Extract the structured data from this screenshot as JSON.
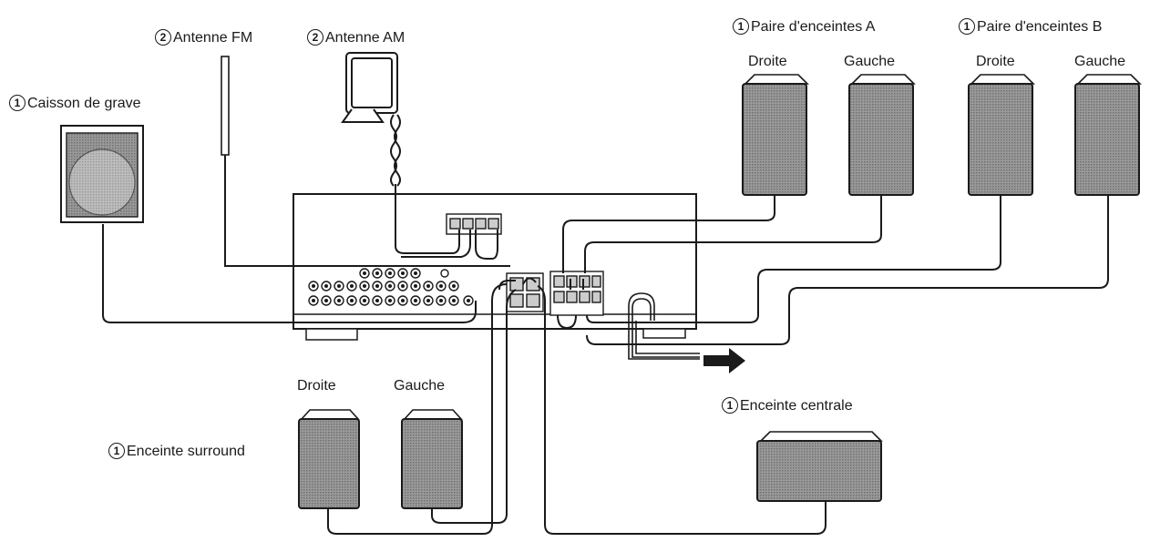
{
  "labels": {
    "subwoofer": {
      "num": "1",
      "text": "Caisson de grave"
    },
    "fm_antenna": {
      "num": "2",
      "text": "Antenne FM"
    },
    "am_antenna": {
      "num": "2",
      "text": "Antenne AM"
    },
    "speakers_a": {
      "num": "1",
      "text": "Paire d'enceintes A"
    },
    "speakers_b": {
      "num": "1",
      "text": "Paire d'enceintes B"
    },
    "a_right": "Droite",
    "a_left": "Gauche",
    "b_right": "Droite",
    "b_left": "Gauche",
    "surround": {
      "num": "1",
      "text": "Enceinte surround"
    },
    "surround_right": "Droite",
    "surround_left": "Gauche",
    "center": {
      "num": "1",
      "text": "Enceinte centrale"
    }
  },
  "colors": {
    "line": "#1a1a1a",
    "speaker_fill": "#8c8c8c",
    "panel_fill": "#ffffff"
  }
}
